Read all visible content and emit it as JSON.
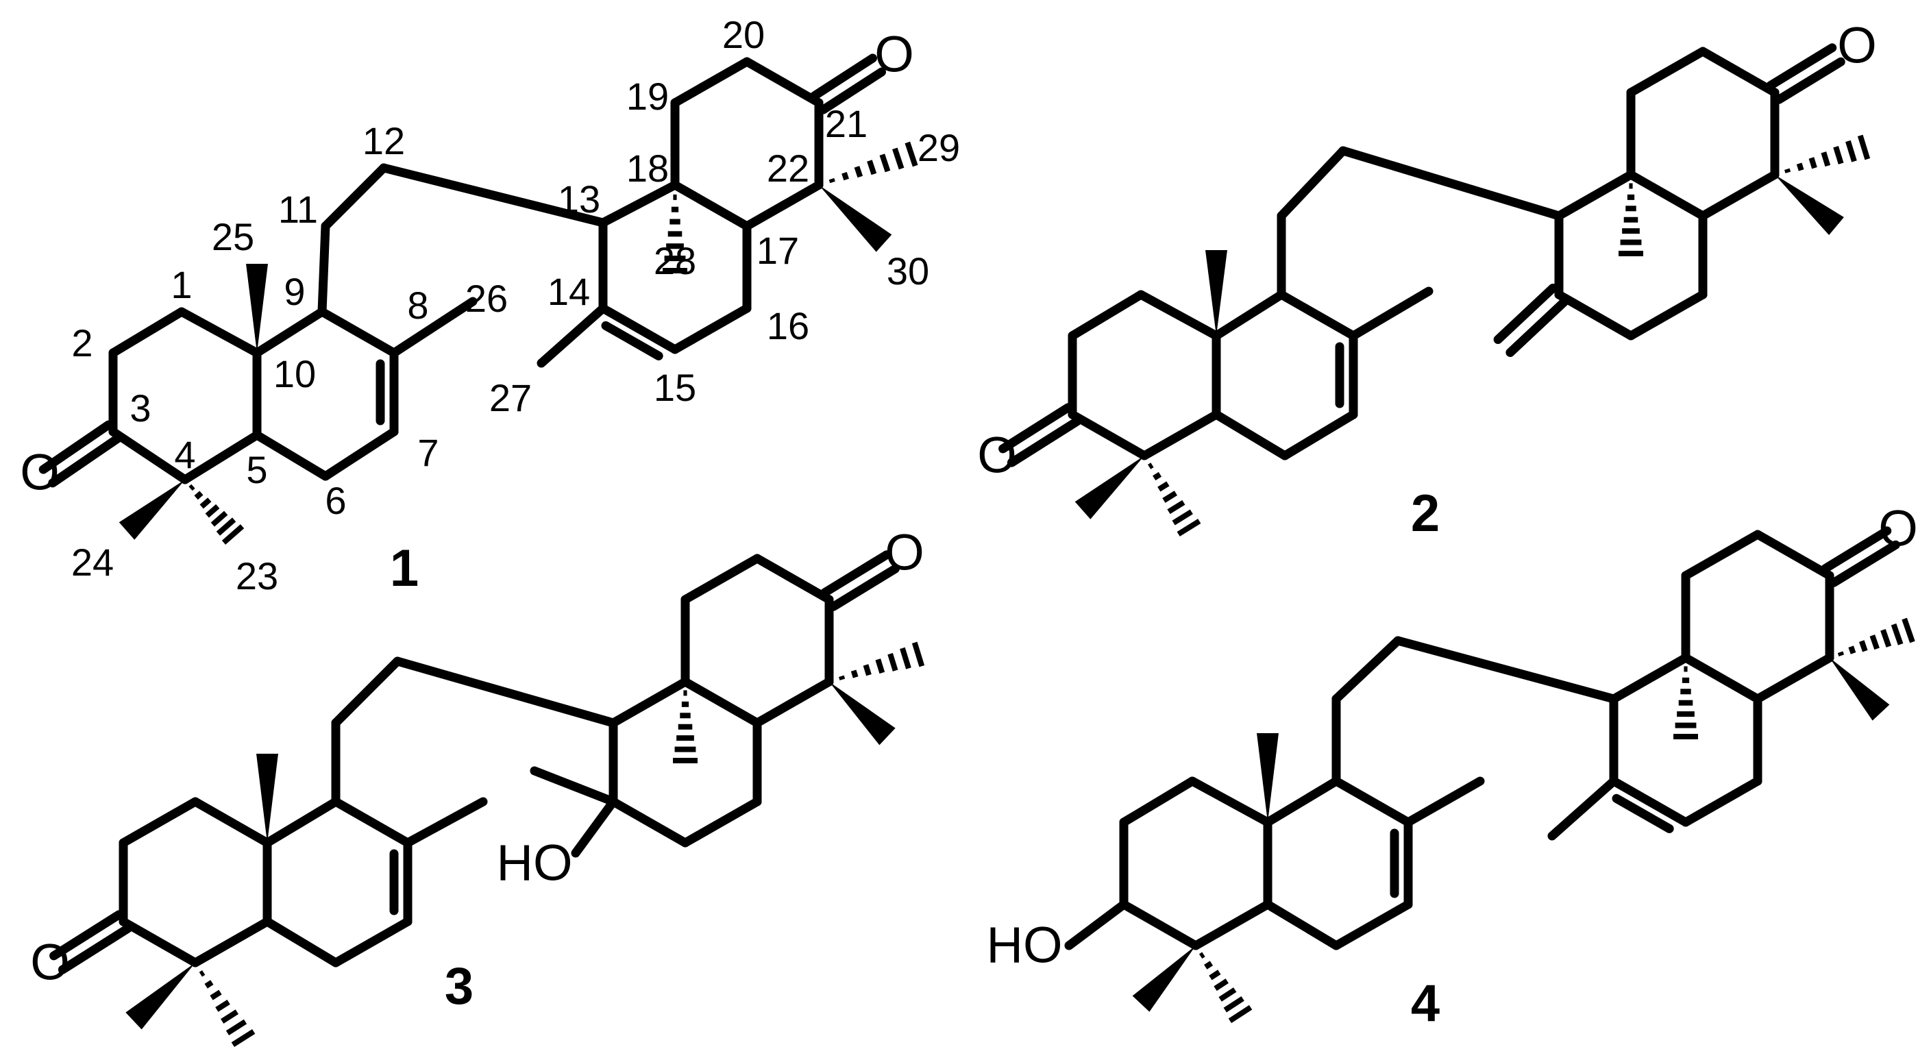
{
  "compounds": [
    {
      "id": "1",
      "name": "compound-1",
      "atom_labels": {
        "oxygen": "O"
      },
      "locants": [
        "1",
        "2",
        "3",
        "4",
        "5",
        "6",
        "7",
        "8",
        "9",
        "10",
        "11",
        "12",
        "13",
        "14",
        "15",
        "16",
        "17",
        "18",
        "19",
        "20",
        "21",
        "22",
        "23",
        "24",
        "25",
        "26",
        "27",
        "28",
        "29",
        "30"
      ]
    },
    {
      "id": "2",
      "name": "compound-2",
      "atom_labels": {
        "oxygen": "O"
      }
    },
    {
      "id": "3",
      "name": "compound-3",
      "atom_labels": {
        "oxygen": "O",
        "hydroxyl": "HO"
      }
    },
    {
      "id": "4",
      "name": "compound-4",
      "atom_labels": {
        "oxygen": "O",
        "hydroxyl": "HO"
      }
    }
  ]
}
